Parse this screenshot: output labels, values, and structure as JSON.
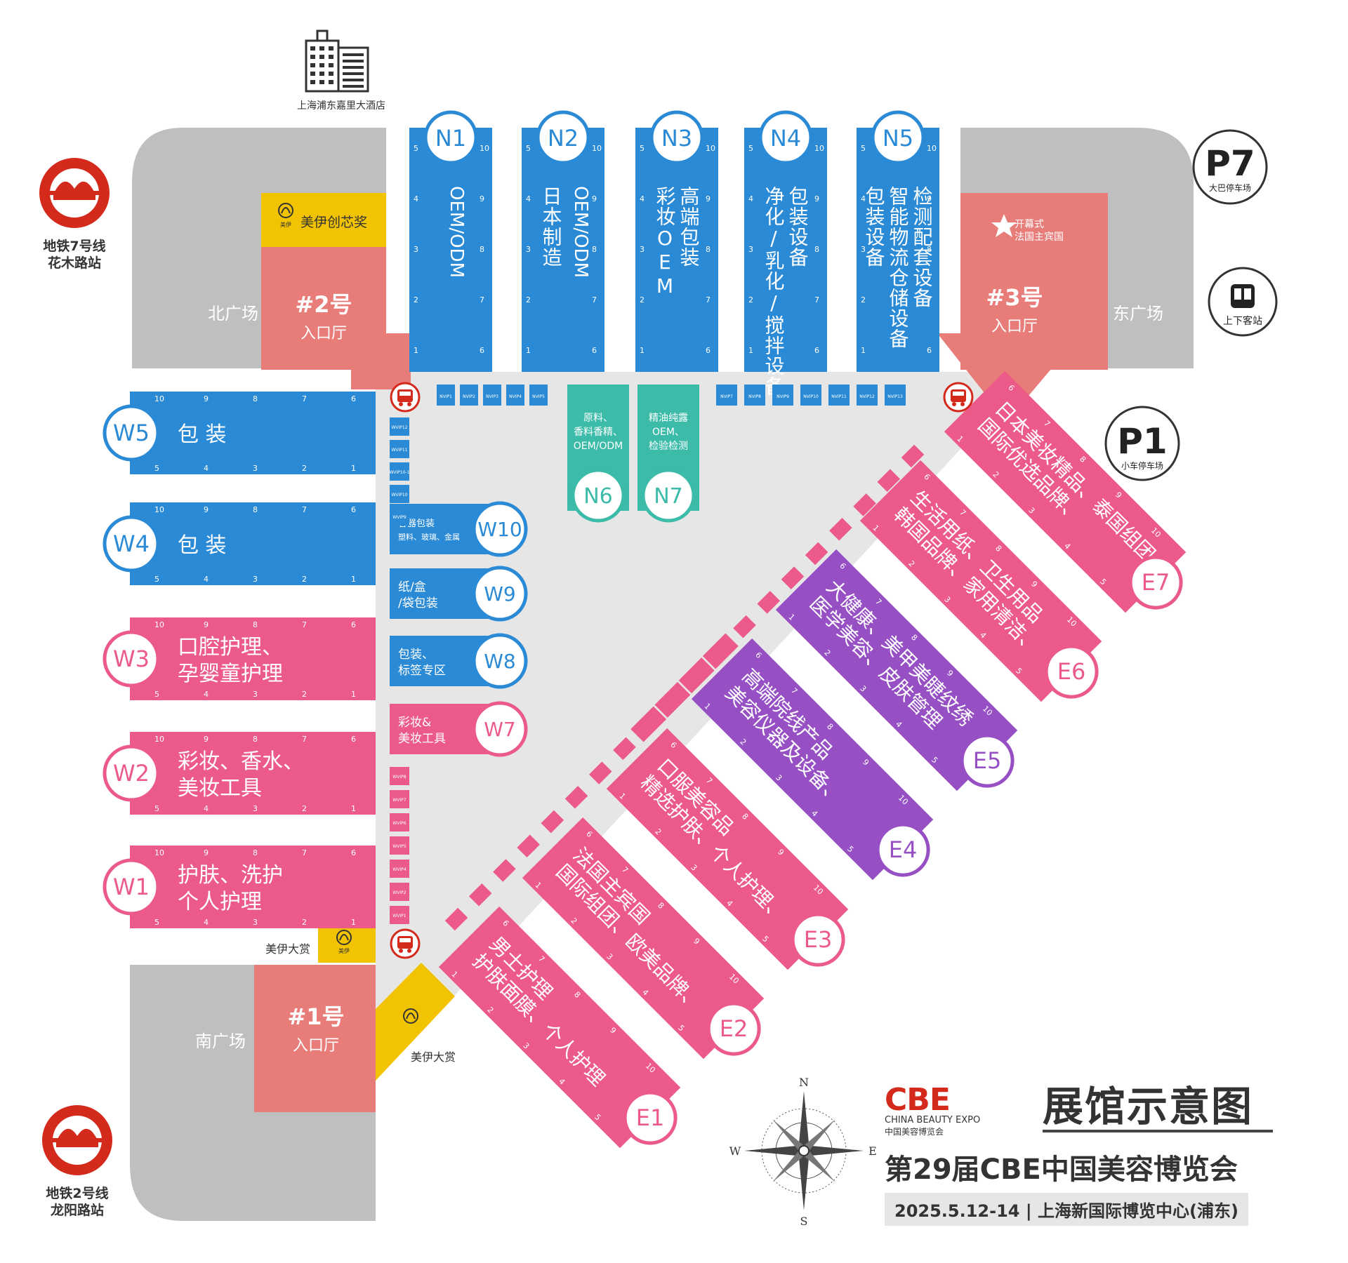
{
  "hotel": "上海浦东嘉里大酒店",
  "metro": [
    {
      "id": "metro7",
      "line": "地铁7号线",
      "station": "花木路站"
    },
    {
      "id": "metro2",
      "line": "地铁2号线",
      "station": "龙阳路站"
    }
  ],
  "parking": {
    "p7": {
      "code": "P7",
      "label": "大巴停车场"
    },
    "p1": {
      "code": "P1",
      "label": "小车停车场"
    },
    "bus": {
      "label": "上下客站"
    }
  },
  "plazas": {
    "north": "北广场",
    "east": "东广场",
    "south": "南广场"
  },
  "entrances": {
    "e1": {
      "name": "#1号",
      "sub": "入口厅"
    },
    "e2": {
      "name": "#2号",
      "sub": "入口厅"
    },
    "e3": {
      "name": "#3号",
      "sub": "入口厅"
    }
  },
  "awards": {
    "chuangxin": "美伊创芯奖",
    "dashang": "美伊大赏",
    "dashang2": "美伊大赏",
    "logo_text": "美伊"
  },
  "ceremony": {
    "line1": "开幕式",
    "line2": "法国主宾国"
  },
  "n_halls": [
    {
      "id": "N1",
      "lines": [
        "OEM/ODM"
      ]
    },
    {
      "id": "N2",
      "lines": [
        "OEM/ODM",
        "日本制造"
      ]
    },
    {
      "id": "N3",
      "lines": [
        "高端包装",
        "彩妆OEM"
      ]
    },
    {
      "id": "N4",
      "lines": [
        "包装设备",
        "净化/乳化/搅拌设备"
      ]
    },
    {
      "id": "N5",
      "lines": [
        "检测配套设备",
        "智能物流仓储设备",
        "包装设备"
      ]
    },
    {
      "id": "N6",
      "lines": [
        "原料、",
        "香料香精、",
        "OEM/ODM"
      ]
    },
    {
      "id": "N7",
      "lines": [
        "精油纯露",
        "OEM、",
        "检验检测"
      ]
    }
  ],
  "w_halls": [
    {
      "id": "W5",
      "lines": [
        "包 装"
      ]
    },
    {
      "id": "W4",
      "lines": [
        "包 装"
      ]
    },
    {
      "id": "W3",
      "lines": [
        "口腔护理、",
        "孕婴童护理"
      ]
    },
    {
      "id": "W2",
      "lines": [
        "彩妆、香水、",
        "美妆工具"
      ]
    },
    {
      "id": "W1",
      "lines": [
        "护肤、洗护",
        "个人护理"
      ]
    }
  ],
  "w_small_halls": [
    {
      "id": "W10",
      "lines": [
        "容器包装",
        "塑料、玻璃、金属"
      ]
    },
    {
      "id": "W9",
      "lines": [
        "纸/盒",
        "/袋包装"
      ]
    },
    {
      "id": "W8",
      "lines": [
        "包装、",
        "标签专区"
      ]
    },
    {
      "id": "W7",
      "lines": [
        "彩妆&",
        "美妆工具"
      ]
    }
  ],
  "e_halls": [
    {
      "id": "E1",
      "lines": [
        "护肤面膜、个人护理",
        "男士护理"
      ]
    },
    {
      "id": "E2",
      "lines": [
        "国际组团、欧美品牌、",
        "法国主宾国"
      ]
    },
    {
      "id": "E3",
      "lines": [
        "精选护肤、个人护理、",
        "口服美容品"
      ]
    },
    {
      "id": "E4",
      "lines": [
        "美容仪器及设备、",
        "高端院线产品"
      ]
    },
    {
      "id": "E5",
      "lines": [
        "医学美容、皮肤管理",
        "大健康、美甲美睫纹绣"
      ]
    },
    {
      "id": "E6",
      "lines": [
        "韩国品牌、家用清洁、",
        "生活用纸、卫生用品"
      ]
    },
    {
      "id": "E7",
      "lines": [
        "国际优选品牌、",
        "日本美妆精品、泰国组团"
      ]
    }
  ],
  "vip_top": [
    "NVIP1",
    "NVIP2",
    "NVIP3",
    "NVIP4",
    "NVIP5",
    "NVIP7",
    "NVIP8",
    "NVIP9",
    "NVIP10",
    "NVIP11",
    "NVIP12",
    "NVIP13"
  ],
  "vip_left_top": [
    "WVIP12",
    "WVIP11",
    "WVIP10-1",
    "WVIP10",
    "WVIP9"
  ],
  "vip_left_bottom": [
    "WVIP8",
    "WVIP7",
    "WVIP6",
    "WVIP5",
    "WVIP4",
    "WVIP2",
    "WVIP1"
  ],
  "compass": {
    "n": "N",
    "s": "S",
    "e": "E",
    "w": "W"
  },
  "legend": {
    "brand": "CBE",
    "brand_en": "CHINA BEAUTY EXPO",
    "brand_cn": "中国美容博览会",
    "title": "展馆示意图",
    "expo": "第29届CBE中国美容博览会",
    "date": "2025.5.12-14",
    "venue": "上海新国际博览中心(浦东)"
  },
  "colors": {
    "blue": "#2a8ad6",
    "pink": "#ec5a8a",
    "purple": "#9650c4",
    "teal": "#3bbba8",
    "salmon": "#e87c79",
    "yellow": "#f2c300",
    "gray": "#bfbfbf",
    "floor": "#e6e6e6",
    "red": "#d42a1c"
  }
}
